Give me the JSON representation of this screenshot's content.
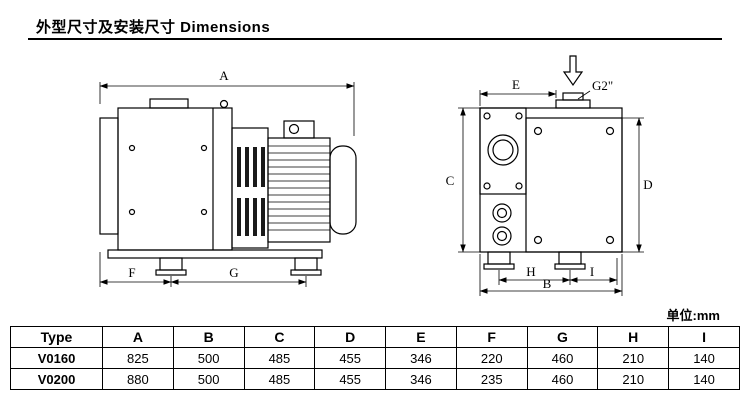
{
  "title": "外型尺寸及安装尺寸 Dimensions",
  "unit_label": "单位:mm",
  "drawings": {
    "left_view": {
      "dim_a": "A",
      "dim_f": "F",
      "dim_g": "G"
    },
    "right_view": {
      "dim_e": "E",
      "port_label": "G2\"",
      "dim_c": "C",
      "dim_d": "D",
      "dim_h": "H",
      "dim_i": "I",
      "dim_b": "B"
    }
  },
  "table": {
    "headers": [
      "Type",
      "A",
      "B",
      "C",
      "D",
      "E",
      "F",
      "G",
      "H",
      "I"
    ],
    "rows": [
      {
        "type": "V0160",
        "values": [
          "825",
          "500",
          "485",
          "455",
          "346",
          "220",
          "460",
          "210",
          "140"
        ]
      },
      {
        "type": "V0200",
        "values": [
          "880",
          "500",
          "485",
          "455",
          "346",
          "235",
          "460",
          "210",
          "140"
        ]
      }
    ]
  }
}
